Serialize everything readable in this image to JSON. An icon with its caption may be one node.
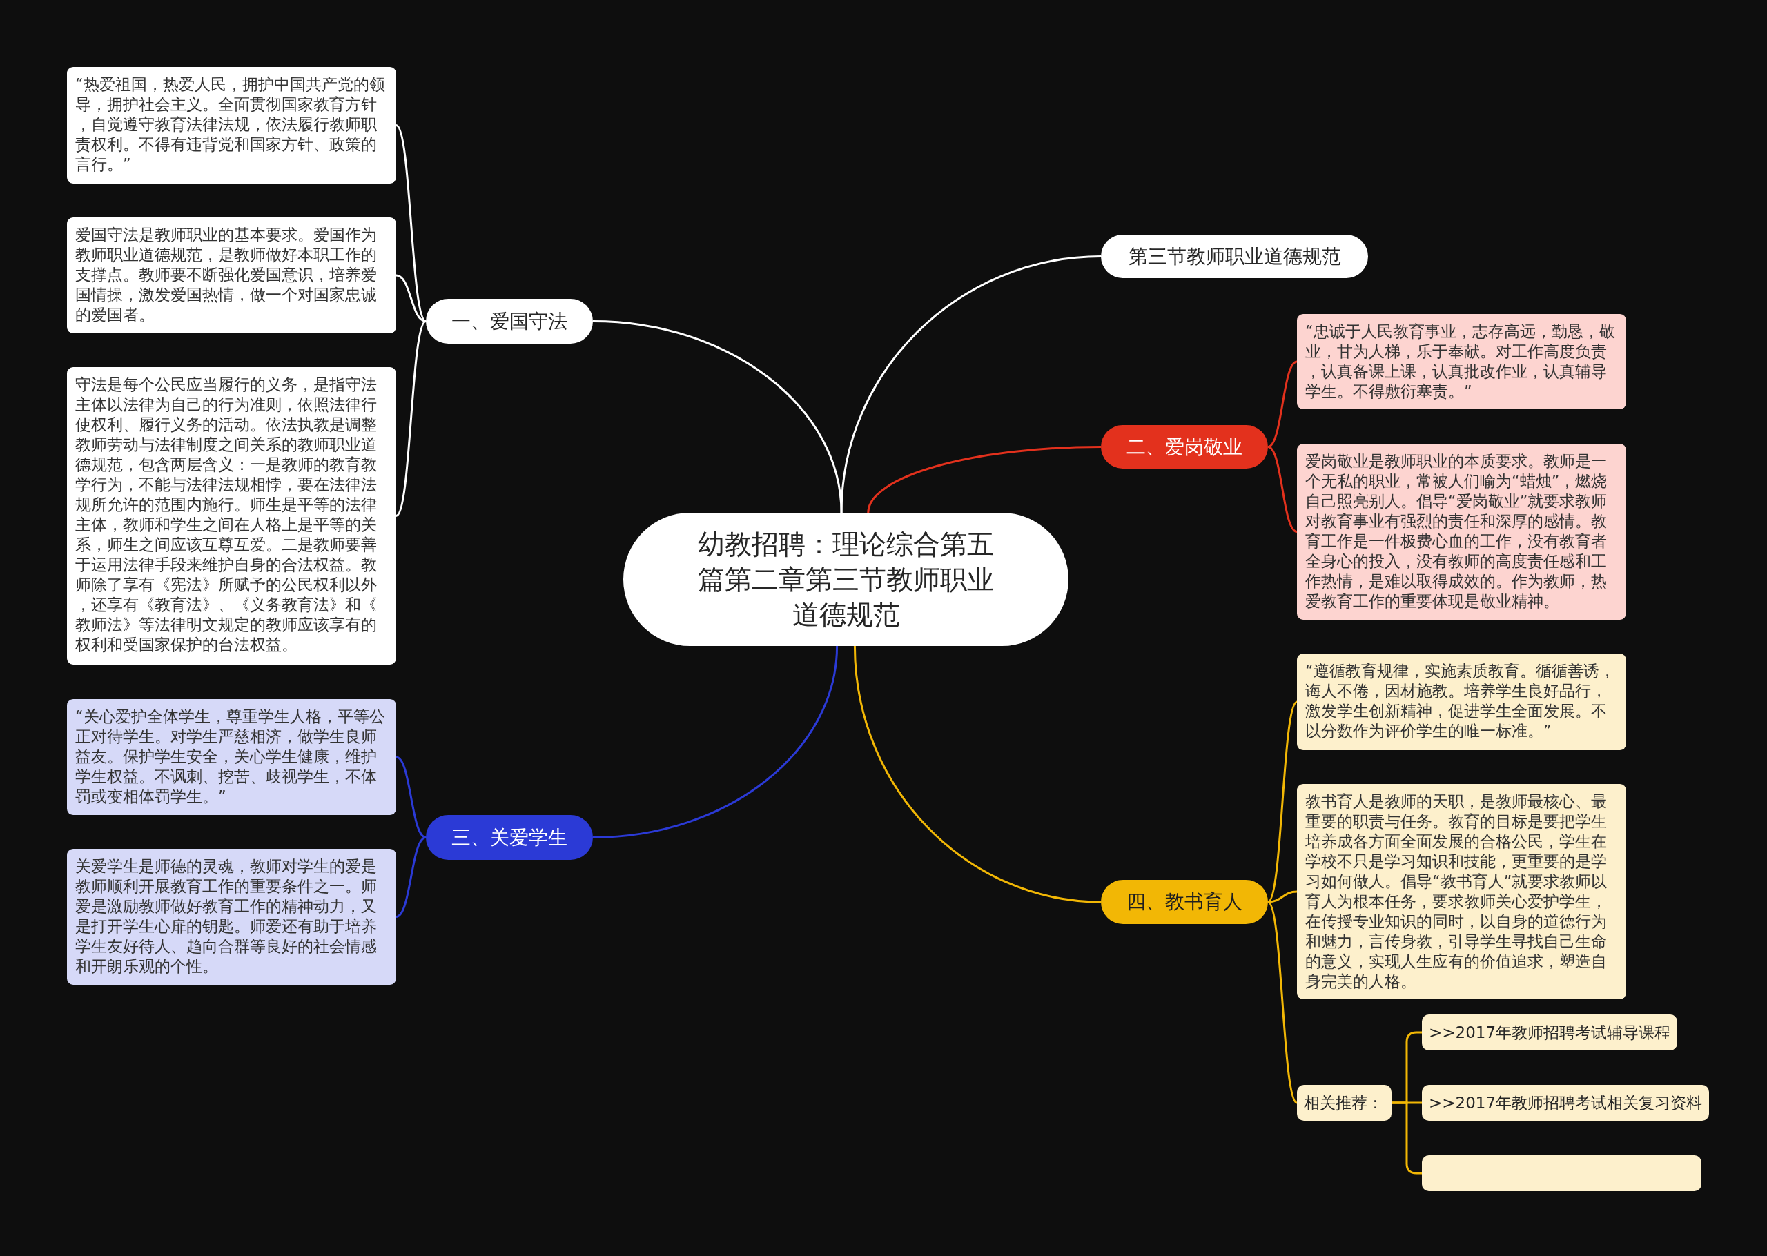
{
  "diagram": {
    "nodes": [
      {
        "text": [
          "幼教招聘：理论综合第五篇第二章第三节教师职业道德规范"
        ]
      },
      {
        "text": [
          "第三节教师职业道德规范"
        ]
      },
      {
        "text": [
          "一、爱国守法"
        ]
      },
      {
        "text": [
          "“热爱祖国，热爱人民，拥护中国共产党的领导，拥护社会主义。全面贯彻国家教育方针，自觉遵守教育法律法规，依法履行教师职责权利。不得有违背党和国家方针、政策的言行。”"
        ]
      },
      {
        "text": [
          "爱国守法是教师职业的基本要求。爱国作为教师职业道德规范，是教师做好本职工作的支撑点。教师要不断强化爱国意识，培养爱国情操，激发爱国热情，做一个对国家忠诚的爱国者。"
        ]
      },
      {
        "text": [
          "守法是每个公民应当履行的义务，是指守法主体以法律为自己的行为准则，依照法律行使权利、履行义务的活动。依法执教是调整教师劳动与法律制度之间关系的教师职业道德规范，包含两层含义：一是教师的教育教学行为，不能与法律法规相悖，要在法律法规所允许的范围内施行。师生是平等的法律主体，教师和学生之间在人格上是平等的关系，师生之间应该互尊互爱。二是教师要善于运用法律手段来维护自身的合法权益。教师除了享有《宪法》所赋予的公民权利以外，还享有《教育法》、《义务教育法》和《教师法》等法律明文规定的教师应该享有的权利和受国家保护的台法权益。"
        ]
      },
      {
        "text": [
          "二、爱岗敬业"
        ]
      },
      {
        "text": [
          "“忠诚于人民教育事业，志存高远，勤恳，敬业，甘为人梯，乐于奉献。对工作高度负责，认真备课上课，认真批改作业，认真辅导学生。不得敷衍塞责。”"
        ]
      },
      {
        "text": [
          "爱岗敬业是教师职业的本质要求。教师是一个无私的职业，常被人们喻为“蜡烛”，燃烧自己照亮别人。倡导“爱岗敬业”就要求教师对教育事业有强烈的责任和深厚的感情。教育工作是一件极费心血的工作，没有教育者全身心的投入，没有教师的高度责任感和工作热情，是难以取得成效的。作为教师，热爱教育工作的重要体现是敬业精神。"
        ]
      },
      {
        "text": [
          "三、关爱学生"
        ]
      },
      {
        "text": [
          "“关心爱护全体学生，尊重学生人格，平等公正对待学生。对学生严慈相济，做学生良师益友。保护学生安全，关心学生健康，维护学生权益。不讽刺、挖苦、歧视学生，不体罚或变相体罚学生。”"
        ]
      },
      {
        "text": [
          "关爱学生是师德的灵魂，教师对学生的爱是教师顺利开展教育工作的重要条件之一。师爱是激励教师做好教育工作的精神动力，又是打开学生心扉的钥匙。师爱还有助于培养学生友好待人、趋向合群等良好的社会情感和开朗乐观的个性。"
        ]
      },
      {
        "text": [
          "四、教书育人"
        ]
      },
      {
        "text": [
          "“遵循教育规律，实施素质教育。循循善诱，诲人不倦，因材施教。培养学生良好品行，激发学生创新精神，促进学生全面发展。不以分数作为评价学生的唯一标准。”"
        ]
      },
      {
        "text": [
          "教书育人是教师的天职，是教师最核心、最重要的职责与任务。教育的目标是要把学生培养成各方面全面发展的合格公民，学生在学校不只是学习知识和技能，更重要的是学习如何做人。倡导“教书育人”就要求教师以育人为根本任务，要求教师关心爱护学生，在传授专业知识的同时，以自身的道德行为和魅力，言传身教，引导学生寻找自己生命的意义，实现人生应有的价值追求，塑造自身完美的人格。"
        ]
      },
      {
        "text": [
          "相关推荐："
        ]
      },
      {
        "text": [
          ">>2017年教师招聘考试辅导课程"
        ]
      },
      {
        "text": [
          ">>2017年教师招聘考试相关复习资料"
        ]
      },
      {
        "text": [],
        "shape": "box"
      }
    ],
    "edges": [
      {
        "from": 0,
        "to": 1,
        "arrow": "none",
        "color": "#ffffff"
      },
      {
        "from": 0,
        "to": 2,
        "arrow": "none",
        "color": "#ffffff"
      },
      {
        "from": 2,
        "to": 3,
        "arrow": "none",
        "color": "#ffffff"
      },
      {
        "from": 2,
        "to": 4,
        "arrow": "none",
        "color": "#ffffff"
      },
      {
        "from": 2,
        "to": 5,
        "arrow": "none",
        "color": "#ffffff"
      },
      {
        "from": 0,
        "to": 6,
        "arrow": "none",
        "color": "#e3311d"
      },
      {
        "from": 6,
        "to": 7,
        "arrow": "none",
        "color": "#e3311d"
      },
      {
        "from": 6,
        "to": 8,
        "arrow": "none",
        "color": "#e3311d"
      },
      {
        "from": 0,
        "to": 9,
        "arrow": "none",
        "color": "#2b3ad6"
      },
      {
        "from": 9,
        "to": 10,
        "arrow": "none",
        "color": "#2b3ad6"
      },
      {
        "from": 9,
        "to": 11,
        "arrow": "none",
        "color": "#2b3ad6"
      },
      {
        "from": 0,
        "to": 12,
        "arrow": "none"
      },
      {
        "from": 12,
        "to": 13,
        "arrow": "none"
      },
      {
        "from": 12,
        "to": 14,
        "arrow": "none"
      },
      {
        "from": 12,
        "to": 15,
        "arrow": "none"
      },
      {
        "from": 15,
        "to": 16,
        "arrow": "none"
      },
      {
        "from": 15,
        "to": 17,
        "arrow": "none"
      },
      {
        "from": 15,
        "to": 18,
        "arrow": "none"
      }
    ]
  }
}
